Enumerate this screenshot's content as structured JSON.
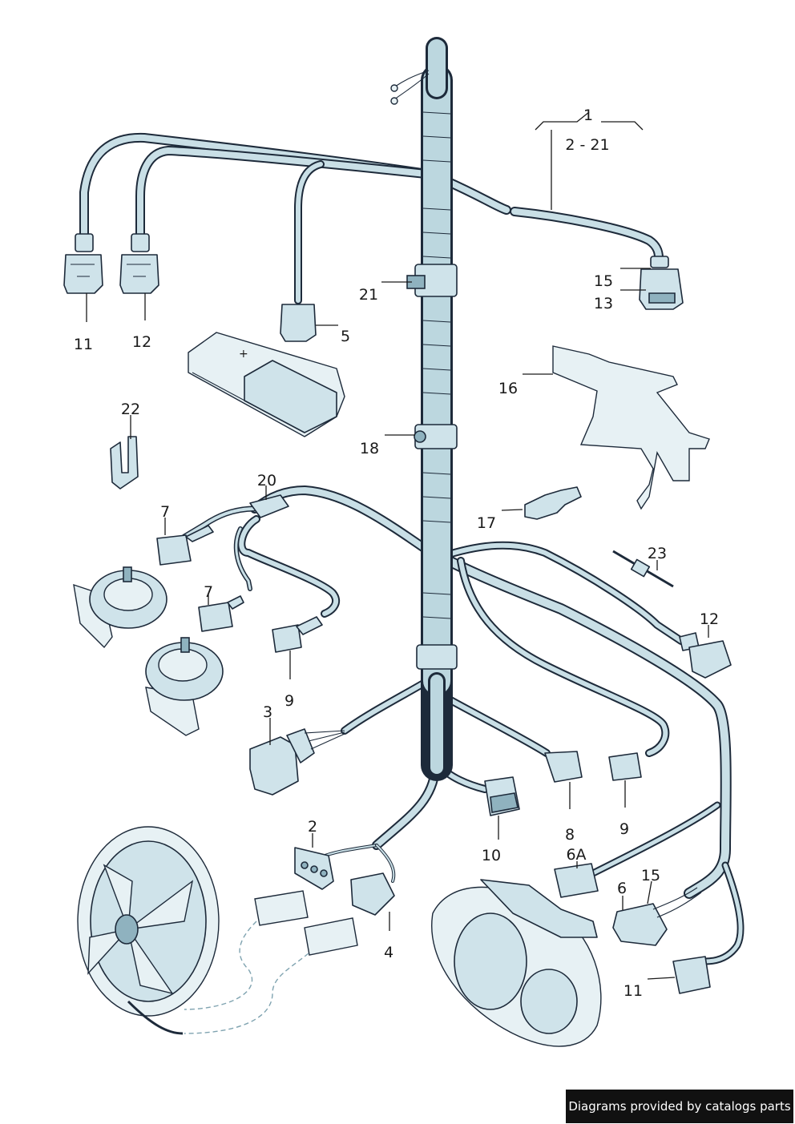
{
  "labels": {
    "l1": "1",
    "l2_21": "2 - 21",
    "l2": "2",
    "l3": "3",
    "l4": "4",
    "l5": "5",
    "l6": "6",
    "l6a": "6A",
    "l7a": "7",
    "l7b": "7",
    "l8": "8",
    "l9a": "9",
    "l9b": "9",
    "l10": "10",
    "l11a": "11",
    "l11b": "11",
    "l12a": "12",
    "l12b": "12",
    "l13": "13",
    "l15a": "15",
    "l15b": "15",
    "l16": "16",
    "l17": "17",
    "l18": "18",
    "l20": "20",
    "l21": "21",
    "l22": "22",
    "l23": "23"
  },
  "credit": "Diagrams provided by catalogs parts",
  "colors": {
    "outline": "#1d2a3a",
    "fill": "#cfe3ea",
    "shade": "#8fb2bf",
    "badge": "#111111"
  }
}
